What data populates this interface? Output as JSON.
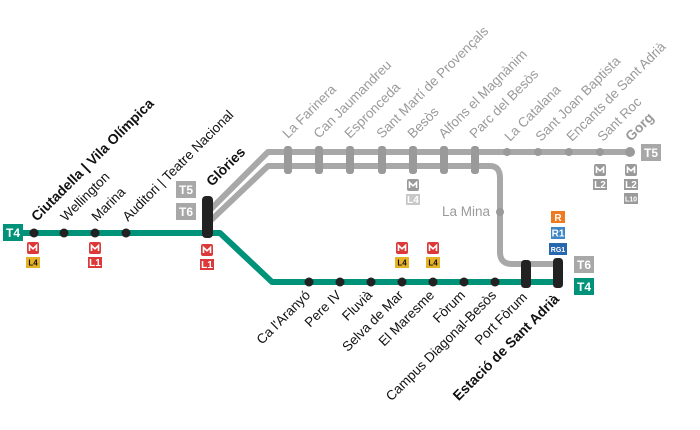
{
  "colors": {
    "t4": "#00937a",
    "t5t6": "#a8a8a8",
    "node": "#222222",
    "grey_node": "#9a9a9a",
    "metro": "#dc3a3a",
    "l4": "#e6b227",
    "l2": "#9a9a9a",
    "rodalies": "#f07a1f",
    "r1": "#3f86c6",
    "rg1": "#2966b0"
  },
  "lines": {
    "t4": "T4",
    "t5": "T5",
    "t6": "T6"
  },
  "stations": {
    "ciutadella": "Ciutadella | Vila Olímpica",
    "wellington": "Wellington",
    "marina": "Marina",
    "auditori": "Auditori | Teatre Nacional",
    "glories": "Glòries",
    "farinera": "La Farinera",
    "jaumandreu": "Can Jaumandreu",
    "espronceda": "Espronceda",
    "sant_marti": "Sant Martí de Provençals",
    "besos": "Besòs",
    "alfons": "Alfons el Magnànim",
    "parc_besos": "Parc del Besòs",
    "catalana": "La Catalana",
    "joan_baptista": "Sant Joan Baptista",
    "encants": "Encants de Sant Adrià",
    "sant_roc": "Sant Roc",
    "gorg": "Gorg",
    "la_mina": "La Mina",
    "aranyo": "Ca l'Aranyó",
    "pere_iv": "Pere IV",
    "fluvia": "Fluvià",
    "selva": "Selva de Mar",
    "maresme": "El Maresme",
    "forum": "Fòrum",
    "campus": "Campus Diagonal-Besòs",
    "port_forum": "Port Fòrum",
    "sant_adria": "Estació de Sant Adrià"
  },
  "connections": {
    "l1": "L1",
    "l2": "L2",
    "l4": "L4",
    "l10": "L10",
    "r": "R",
    "r1": "R1",
    "rg1": "RG1"
  }
}
